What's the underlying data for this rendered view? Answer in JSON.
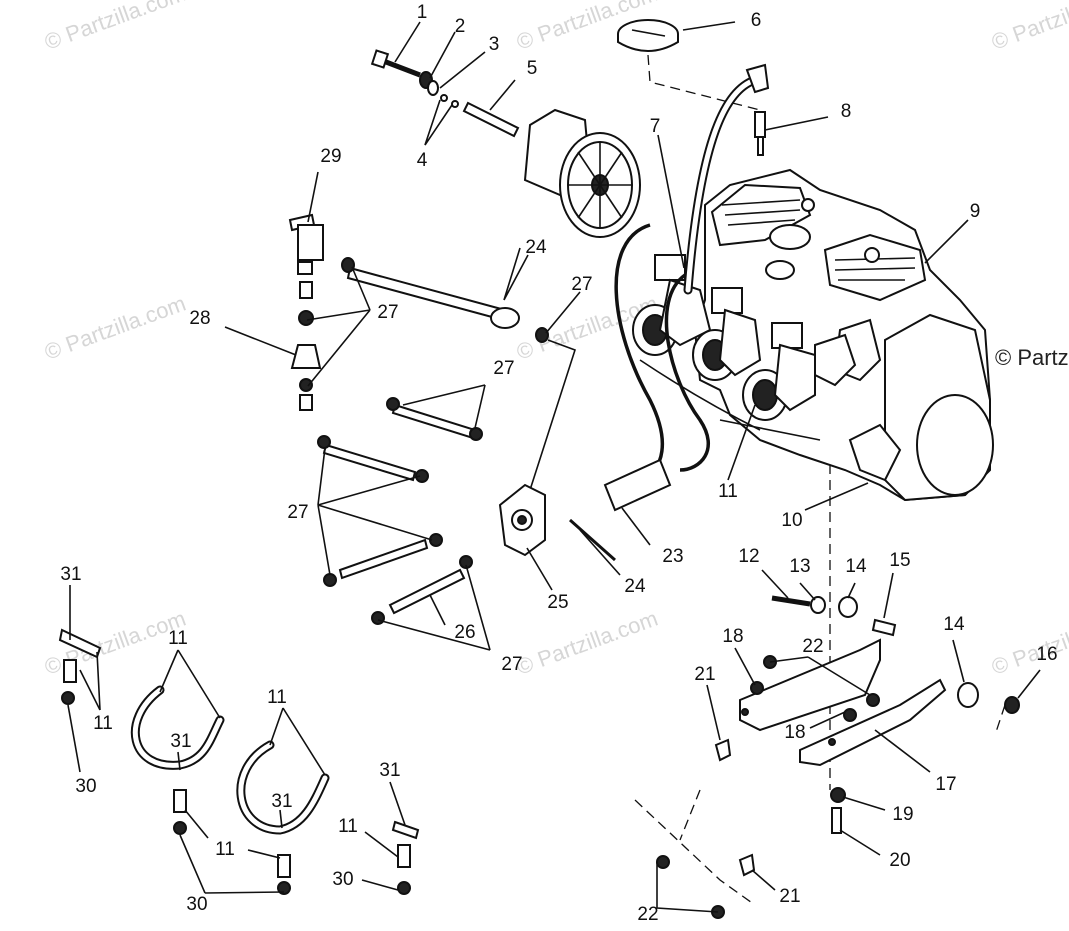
{
  "watermark": "© Partzilla.com",
  "watermark_partial": "© Partz",
  "callouts": {
    "c1": "1",
    "c2": "2",
    "c3": "3",
    "c4": "4",
    "c5": "5",
    "c6": "6",
    "c7": "7",
    "c8": "8",
    "c9": "9",
    "c10": "10",
    "c11": "11",
    "c12": "12",
    "c13": "13",
    "c14": "14",
    "c15": "15",
    "c16": "16",
    "c17": "17",
    "c18": "18",
    "c19": "19",
    "c20": "20",
    "c21": "21",
    "c22": "22",
    "c23": "23",
    "c24": "24",
    "c25": "25",
    "c26": "26",
    "c27": "27",
    "c28": "28",
    "c29": "29",
    "c30": "30",
    "c31": "31"
  }
}
